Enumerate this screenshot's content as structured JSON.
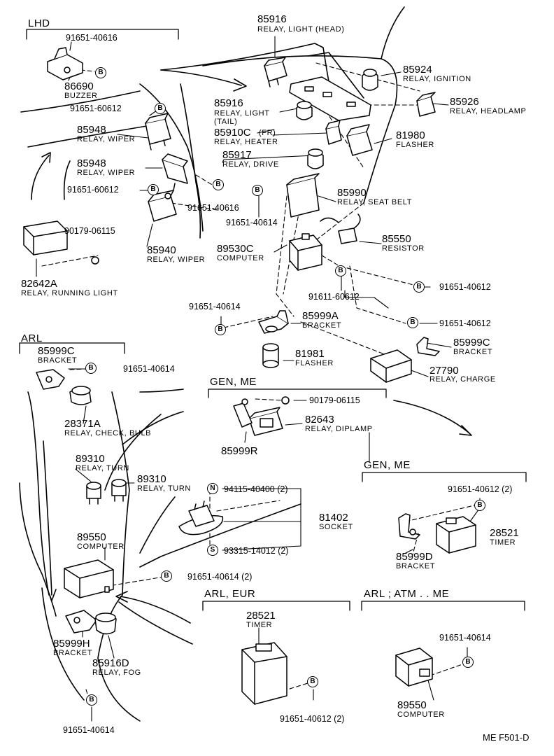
{
  "sections": {
    "lhd": "LHD",
    "arl_left": "ARL",
    "gen_me_top": "GEN, ME",
    "gen_me_right": "GEN, ME",
    "arl_eur": "ARL, EUR",
    "arl_atm_me": "ARL ; ATM . . ME"
  },
  "parts": [
    {
      "id": "p86690",
      "number": "86690",
      "name": "BUZZER"
    },
    {
      "id": "p85916h",
      "number": "85916",
      "name": "RELAY, LIGHT (HEAD)"
    },
    {
      "id": "p85924",
      "number": "85924",
      "name": "RELAY, IGNITION"
    },
    {
      "id": "p85926",
      "number": "85926",
      "name": "RELAY, HEADLAMP"
    },
    {
      "id": "p85916t",
      "number": "85916",
      "name": "RELAY, LIGHT (TAIL)"
    },
    {
      "id": "p85948a",
      "number": "85948",
      "name": "RELAY, WIPER"
    },
    {
      "id": "p85910c",
      "number": "85910C",
      "name": "RELAY, HEATER",
      "note": "(FR)"
    },
    {
      "id": "p81980",
      "number": "81980",
      "name": "FLASHER"
    },
    {
      "id": "p85948b",
      "number": "85948",
      "name": "RELAY, WIPER"
    },
    {
      "id": "p85917",
      "number": "85917",
      "name": "RELAY, DRIVE"
    },
    {
      "id": "p85990",
      "number": "85990",
      "name": "RELAY, SEAT BELT"
    },
    {
      "id": "p85940",
      "number": "85940",
      "name": "RELAY, WIPER"
    },
    {
      "id": "p82642a",
      "number": "82642A",
      "name": "RELAY, RUNNING LIGHT"
    },
    {
      "id": "p89530c",
      "number": "89530C",
      "name": "COMPUTER"
    },
    {
      "id": "p85550",
      "number": "85550",
      "name": "RESISTOR"
    },
    {
      "id": "p85999a",
      "number": "85999A",
      "name": "BRACKET"
    },
    {
      "id": "p85999c_l",
      "number": "85999C",
      "name": "BRACKET"
    },
    {
      "id": "p85999c_r",
      "number": "85999C",
      "name": "BRACKET"
    },
    {
      "id": "p81981",
      "number": "81981",
      "name": "FLASHER"
    },
    {
      "id": "p27790",
      "number": "27790",
      "name": "RELAY, CHARGE"
    },
    {
      "id": "p28371a",
      "number": "28371A",
      "name": "RELAY, CHECK, BULB"
    },
    {
      "id": "p82643",
      "number": "82643",
      "name": "RELAY, DIPLAMP"
    },
    {
      "id": "p85999r",
      "number": "85999R",
      "name": ""
    },
    {
      "id": "p89310a",
      "number": "89310",
      "name": "RELAY, TURN"
    },
    {
      "id": "p89310b",
      "number": "89310",
      "name": "RELAY, TURN"
    },
    {
      "id": "p81402",
      "number": "81402",
      "name": "SOCKET"
    },
    {
      "id": "p28521r",
      "number": "28521",
      "name": "TIMER"
    },
    {
      "id": "p85999d",
      "number": "85999D",
      "name": "BRACKET"
    },
    {
      "id": "p89550a",
      "number": "89550",
      "name": "COMPUTER"
    },
    {
      "id": "p28521b",
      "number": "28521",
      "name": "TIMER"
    },
    {
      "id": "p89550b",
      "number": "89550",
      "name": "COMPUTER"
    },
    {
      "id": "p85999h",
      "number": "85999H",
      "name": "BRACKET"
    },
    {
      "id": "p85916d",
      "number": "85916D",
      "name": "RELAY, FOG"
    }
  ],
  "fasteners": [
    {
      "id": "f1",
      "code": "91651-40616",
      "badge": "B"
    },
    {
      "id": "f2",
      "code": "91651-60612",
      "badge": "B"
    },
    {
      "id": "f3",
      "code": "91651-60612",
      "badge": "B"
    },
    {
      "id": "f4",
      "code": "91651-40616",
      "badge": "B"
    },
    {
      "id": "f5",
      "code": "91651-40614",
      "badge": "B"
    },
    {
      "id": "f6",
      "code": "90179-06115",
      "badge": ""
    },
    {
      "id": "f7",
      "code": "91651-40612",
      "badge": "B"
    },
    {
      "id": "f8",
      "code": "91611-60612",
      "badge": "B"
    },
    {
      "id": "f9",
      "code": "91651-40612",
      "badge": "B"
    },
    {
      "id": "f10",
      "code": "91651-40614",
      "badge": "B"
    },
    {
      "id": "f11",
      "code": "91651-40614",
      "badge": "B"
    },
    {
      "id": "f12",
      "code": "90179-06115",
      "badge": ""
    },
    {
      "id": "f13",
      "code": "94115-40400 (2)",
      "badge": "N"
    },
    {
      "id": "f14",
      "code": "93315-14012 (2)",
      "badge": "S"
    },
    {
      "id": "f15",
      "code": "91651-40612 (2)",
      "badge": "B"
    },
    {
      "id": "f16",
      "code": "91651-40614 (2)",
      "badge": "B"
    },
    {
      "id": "f17",
      "code": "91651-40614",
      "badge": "B"
    },
    {
      "id": "f18",
      "code": "91651-40612 (2)",
      "badge": "B"
    },
    {
      "id": "f19",
      "code": "91651-40614",
      "badge": "B"
    }
  ],
  "footer": "ME  F501-D"
}
